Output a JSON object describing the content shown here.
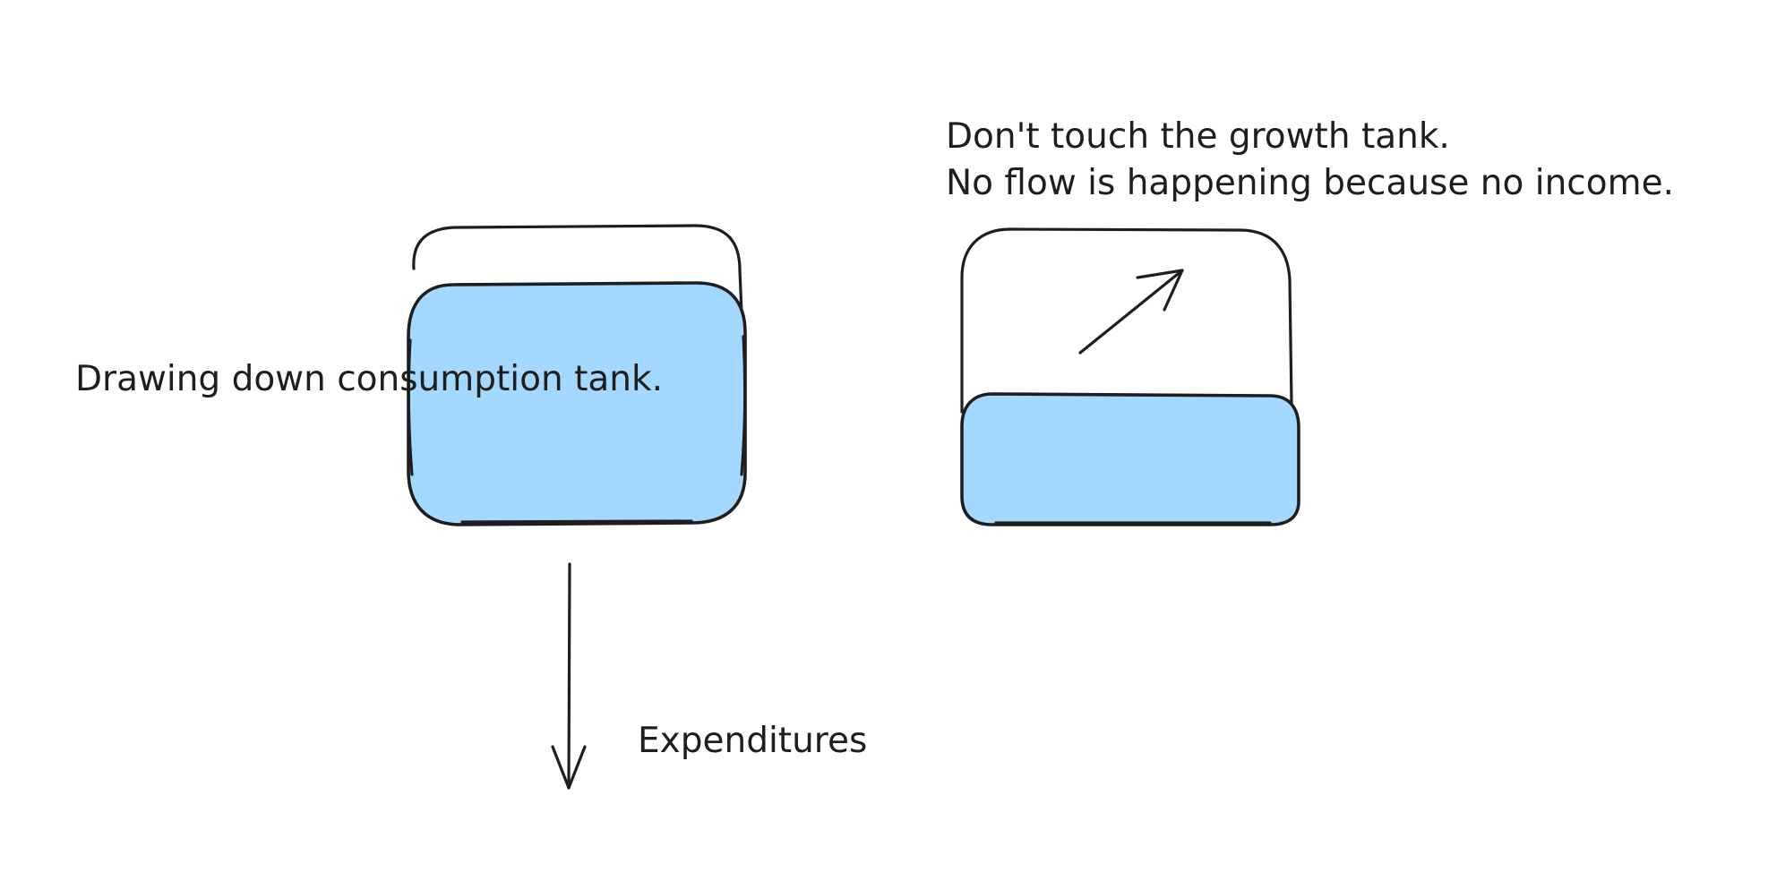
{
  "colors": {
    "ink": "#1e1e1e",
    "water_fill": "#a5d8ff",
    "background": "#ffffff"
  },
  "labels": {
    "consumption_caption": "Drawing down consumption tank.",
    "growth_caption_line1": "Don't touch the growth tank.",
    "growth_caption_line2": "No flow is happening because no income.",
    "expenditures": "Expenditures"
  },
  "tanks": {
    "consumption": {
      "fill_level": 0.8
    },
    "growth": {
      "fill_level": 0.45
    }
  },
  "icons": {
    "growth_arrow": "arrow-up-right-icon",
    "expenditure_arrow": "arrow-down-icon"
  }
}
